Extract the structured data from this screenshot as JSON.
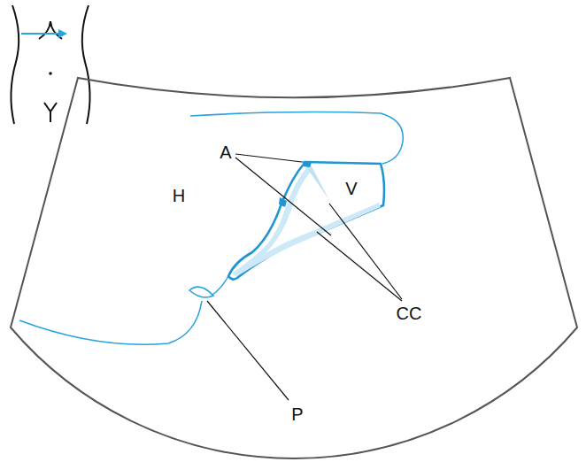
{
  "diagram": {
    "labels": [
      "H",
      "V",
      "A",
      "CC",
      "P"
    ]
  }
}
